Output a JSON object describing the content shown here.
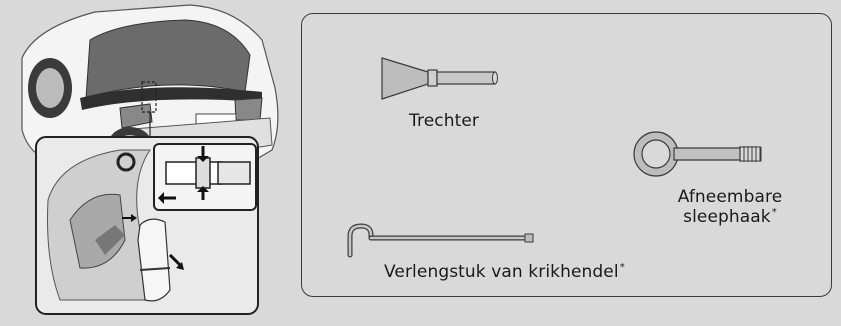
{
  "tools": {
    "funnel": {
      "label": "Trechter"
    },
    "tow_hook": {
      "label_line1": "Afneembare",
      "label_line2": "sleephaak",
      "marker": "*"
    },
    "jack_handle_extension": {
      "label": "Verlengstuk van krikhendel",
      "marker": "*"
    }
  },
  "colors": {
    "background": "#d9d9d9",
    "line": "#3a3a3a",
    "car_body": "#f4f4f4",
    "tool_fill": "#bdbdbd"
  }
}
